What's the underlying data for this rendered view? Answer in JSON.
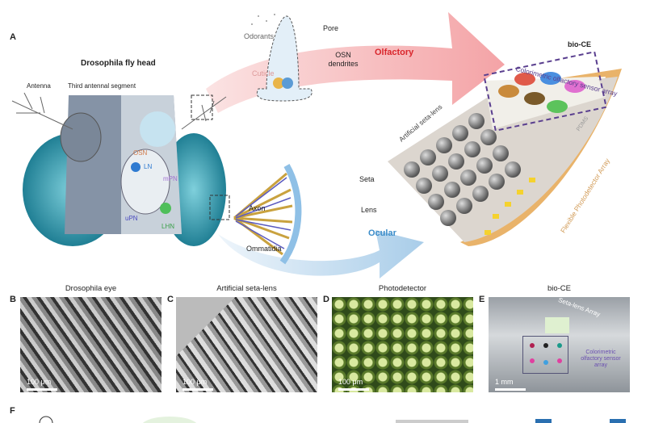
{
  "panel_a": {
    "label": "A",
    "fly_head_title": "Drosophila fly head",
    "antenna": "Antenna",
    "third_segment": "Third antennal segment",
    "brain_labels": [
      "OSN",
      "LN",
      "mPN",
      "uPN",
      "LHN"
    ],
    "odorants": "Odorants",
    "pore": "Pore",
    "osn_dendrites": "OSN dendrites",
    "cuticle": "Cuticle",
    "olfactory": "Olfactory",
    "ocular": "Ocular",
    "axon": "Axon",
    "ommatidia": "Ommatidia",
    "seta": "Seta",
    "lens": "Lens",
    "bioce_title": "bio-CE",
    "sensor_array": "Colorimetric olfactory sensor array",
    "seta_lens": "Artificial seta-lens",
    "pdms": "PDMS",
    "photodetector_array": "Flexible Photodetector Array",
    "colors": {
      "olfactory": "#d9262c",
      "ocular": "#3a8cc9",
      "sensor_box": "#5a3f8f"
    }
  },
  "panels": [
    {
      "label": "B",
      "title": "Drosophila eye",
      "scale": "100 μm"
    },
    {
      "label": "C",
      "title": "Artificial seta-lens",
      "scale": "100 μm"
    },
    {
      "label": "D",
      "title": "Photodetector",
      "scale": "100 μm"
    },
    {
      "label": "E",
      "title": "bio-CE",
      "scale": "1 mm",
      "seta_array": "Seta-lens Array",
      "sensor": "Colorimetric olfactory sensor array"
    }
  ],
  "panel_f": {
    "label": "F"
  }
}
